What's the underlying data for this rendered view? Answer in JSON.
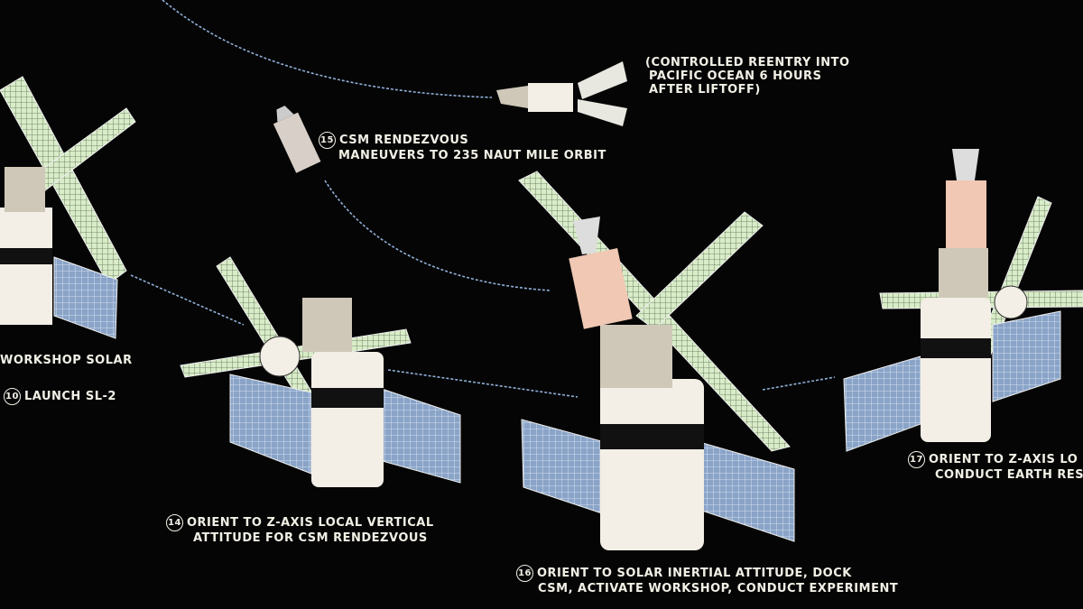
{
  "labels": {
    "reentry": {
      "line1": "(CONTROLLED REENTRY INTO",
      "line2": "PACIFIC OCEAN 6 HOURS",
      "line3": "AFTER LIFTOFF)"
    },
    "step15": {
      "number": "15",
      "line1": "CSM RENDEZVOUS",
      "line2": "MANEUVERS TO 235 NAUT MILE ORBIT"
    },
    "workshop": {
      "line1": "WORKSHOP SOLAR"
    },
    "step10": {
      "number": "10",
      "line1": "LAUNCH SL-2"
    },
    "step14": {
      "number": "14",
      "line1": "ORIENT TO Z-AXIS LOCAL VERTICAL",
      "line2": "ATTITUDE FOR CSM RENDEZVOUS"
    },
    "step16": {
      "number": "16",
      "line1": "ORIENT TO SOLAR INERTIAL ATTITUDE, DOCK",
      "line2": "CSM, ACTIVATE WORKSHOP, CONDUCT EXPERIMENT"
    },
    "step17": {
      "number": "17",
      "line1": "ORIENT TO Z-AXIS LO",
      "line2": "CONDUCT EARTH RES"
    }
  },
  "colors": {
    "background": "#050505",
    "text": "#f2f0e6",
    "trajectory": "#8fb0d8",
    "solar_wing": "#d8ecc8",
    "solar_panel": "#8aa4c8",
    "workshop": "#f3eee6",
    "csm": "#f0c8b4"
  }
}
